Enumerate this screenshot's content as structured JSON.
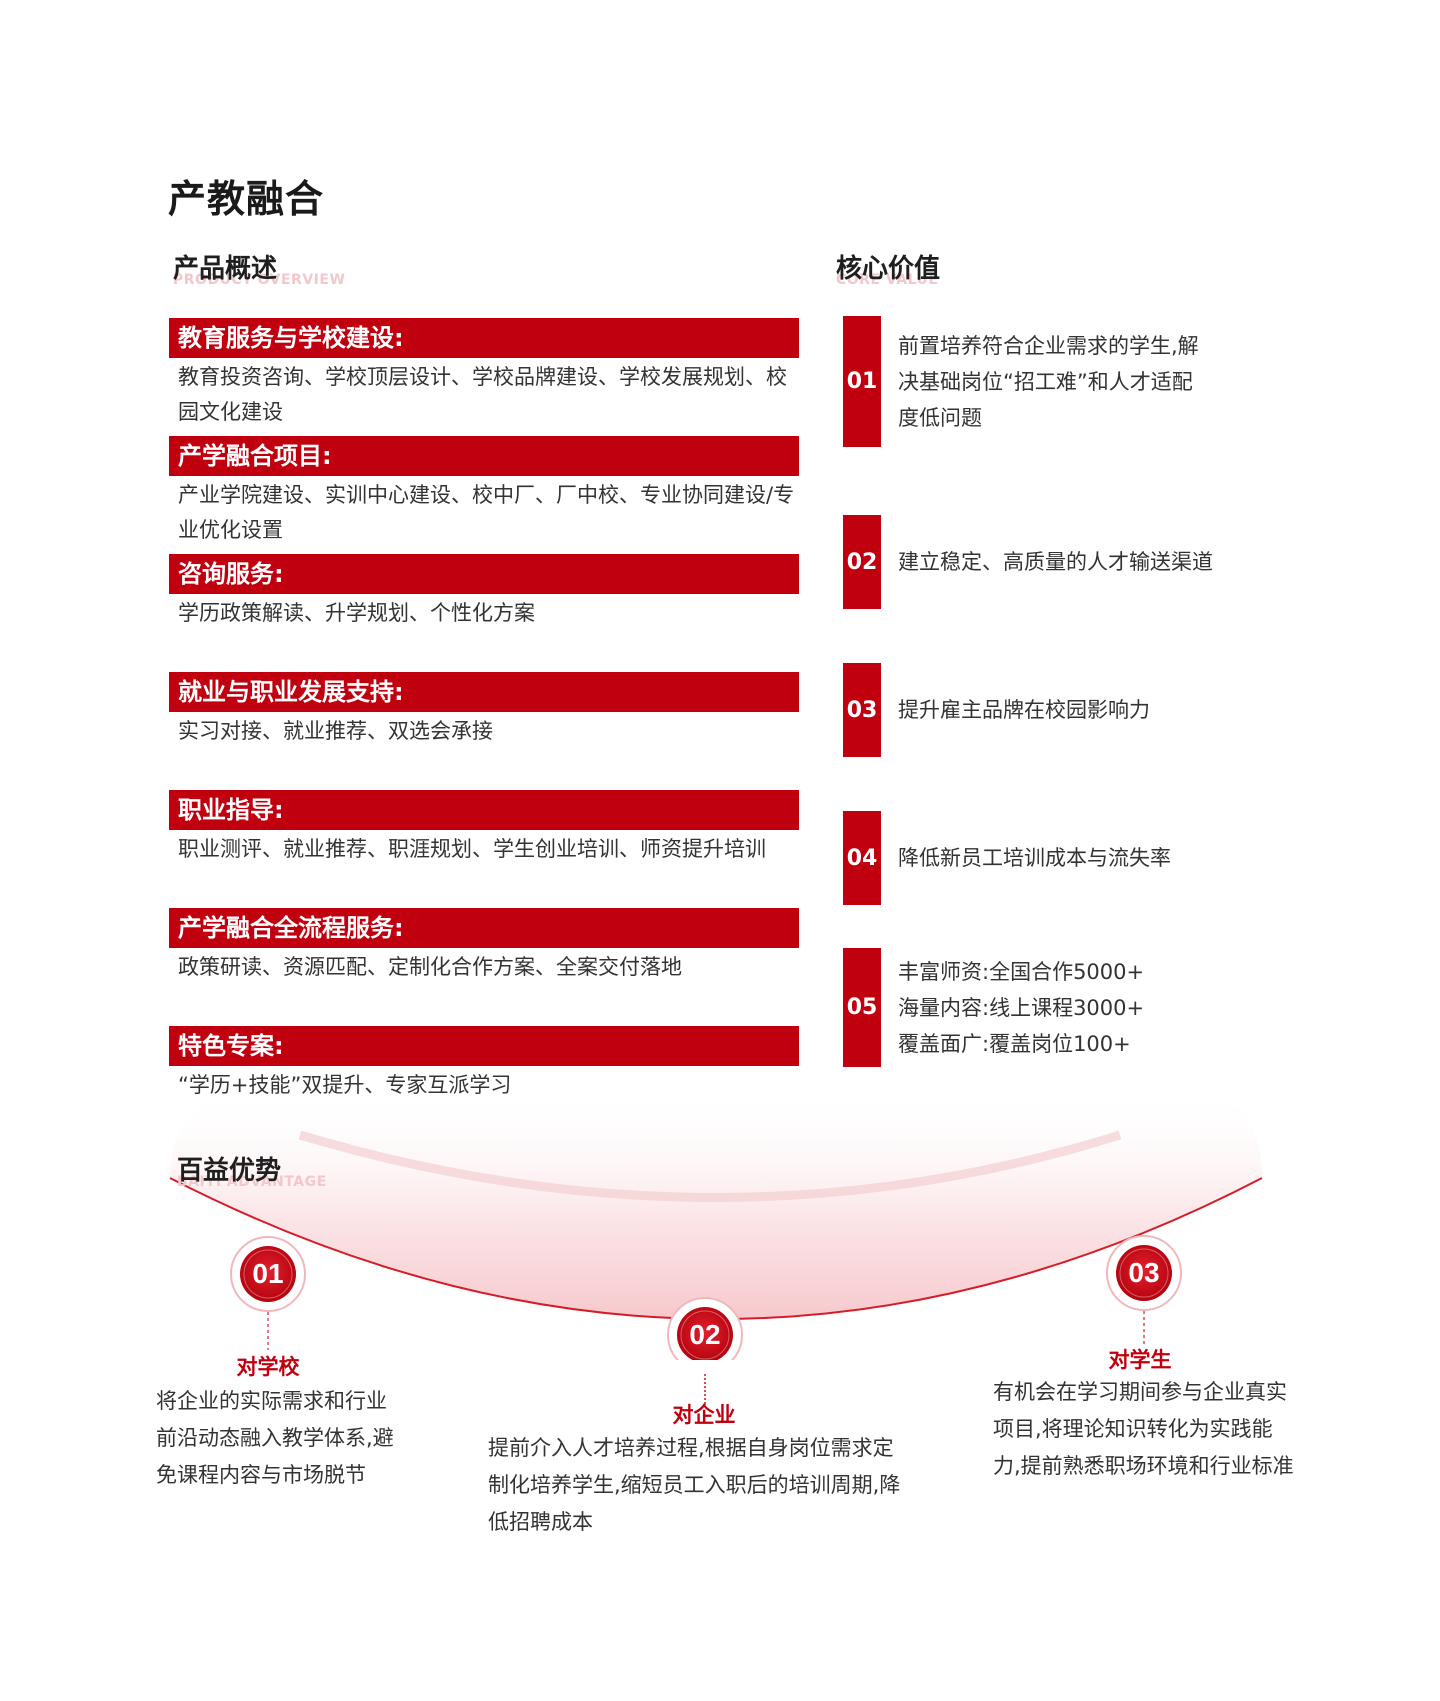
{
  "page_title": "产教融合",
  "overview": {
    "title": "产品概述",
    "subtitle": "PRODUCT OVERVIEW",
    "items": [
      {
        "heading": "教育服务与学校建设:",
        "desc": "教育投资咨询、学校顶层设计、学校品牌建设、学校发展规划、校园文化建设"
      },
      {
        "heading": "产学融合项目:",
        "desc": "产业学院建设、实训中心建设、校中厂、厂中校、专业协同建设/专业优化设置"
      },
      {
        "heading": "咨询服务:",
        "desc": "学历政策解读、升学规划、个性化方案"
      },
      {
        "heading": "就业与职业发展支持:",
        "desc": "实习对接、就业推荐、双选会承接"
      },
      {
        "heading": "职业指导:",
        "desc": "职业测评、就业推荐、职涯规划、学生创业培训、师资提升培训"
      },
      {
        "heading": "产学融合全流程服务:",
        "desc": "政策研读、资源匹配、定制化合作方案、全案交付落地"
      },
      {
        "heading": "特色专案:",
        "desc": "“学历+技能”双提升、专家互派学习"
      }
    ]
  },
  "core_value": {
    "title": "核心价值",
    "subtitle": "CORE VALUE",
    "items": [
      {
        "num": "01",
        "lines": [
          "前置培养符合企业需求的学生,解",
          "决基础岗位“招工难”和人才适配",
          "度低问题"
        ]
      },
      {
        "num": "02",
        "lines": [
          "建立稳定、高质量的人才输送渠道"
        ]
      },
      {
        "num": "03",
        "lines": [
          "提升雇主品牌在校园影响力"
        ]
      },
      {
        "num": "04",
        "lines": [
          "降低新员工培训成本与流失率"
        ]
      },
      {
        "num": "05",
        "lines": [
          "丰富师资:全国合作5000+",
          "海量内容:线上课程3000+",
          "覆盖面广:覆盖岗位100+"
        ]
      }
    ]
  },
  "advantage": {
    "title": "百益优势",
    "subtitle": "BAIYI ADVANTAGE",
    "items": [
      {
        "num": "01",
        "title": "对学校",
        "lines": [
          "将企业的实际需求和行业",
          "前沿动态融入教学体系,避",
          "免课程内容与市场脱节"
        ]
      },
      {
        "num": "02",
        "title": "对企业",
        "lines": [
          "提前介入人才培养过程,根据自身岗位需求定",
          "制化培养学生,缩短员工入职后的培训周期,降",
          "低招聘成本"
        ]
      },
      {
        "num": "03",
        "title": "对学生",
        "lines": [
          "有机会在学习期间参与企业真实",
          "项目,将理论知识转化为实践能",
          "力,提前熟悉职场环境和行业标准"
        ]
      }
    ]
  },
  "colors": {
    "accent": "#c0000e",
    "subtitle_pink": "#f3c7cb",
    "text": "#333333"
  }
}
